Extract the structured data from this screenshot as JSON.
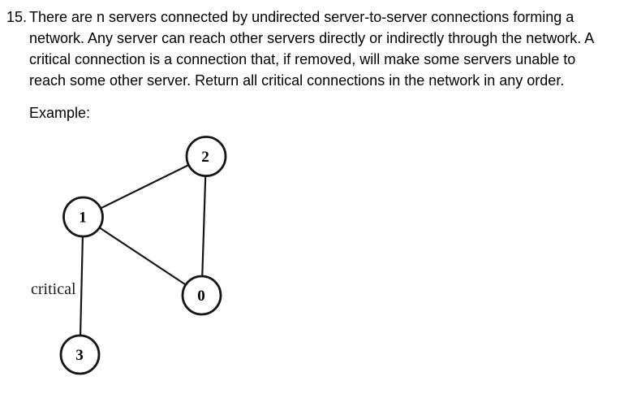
{
  "problem": {
    "number": "15.",
    "statement": "There are n servers connected by undirected server-to-server connections forming a network. Any server can reach other servers directly or indirectly through the network. A critical connection is a connection that, if removed, will make some servers unable to reach some other server. Return all critical connections in the network in any order."
  },
  "example": {
    "label": "Example:"
  },
  "graph": {
    "nodes": [
      {
        "id": "2",
        "label": "2"
      },
      {
        "id": "1",
        "label": "1"
      },
      {
        "id": "0",
        "label": "0"
      },
      {
        "id": "3",
        "label": "3"
      }
    ],
    "edges": [
      {
        "from": "1",
        "to": "2",
        "critical": false
      },
      {
        "from": "2",
        "to": "0",
        "critical": false
      },
      {
        "from": "1",
        "to": "0",
        "critical": false
      },
      {
        "from": "1",
        "to": "3",
        "critical": true
      }
    ],
    "critical_edge_label": "critical",
    "colors": {
      "line": "#161616",
      "node_fill": "#ffffff",
      "text": "#000000"
    }
  }
}
